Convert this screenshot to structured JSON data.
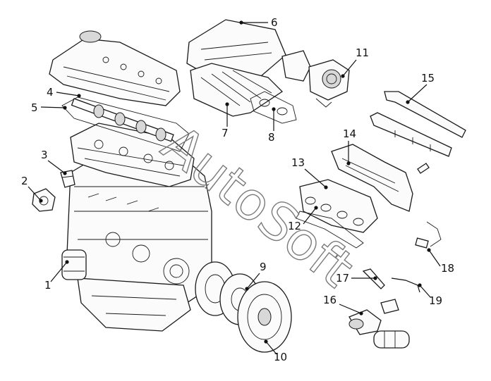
{
  "watermark": "AutoSoft",
  "callouts": [
    {
      "label": "1",
      "part": "oil-filter"
    },
    {
      "label": "2",
      "part": "thermostat-housing"
    },
    {
      "label": "3",
      "part": "oil-pressure-switch"
    },
    {
      "label": "4",
      "part": "camshaft"
    },
    {
      "label": "5",
      "part": "valve-cover-gasket"
    },
    {
      "label": "6",
      "part": "intake-manifold-plenum"
    },
    {
      "label": "7",
      "part": "intake-manifold-runners"
    },
    {
      "label": "8",
      "part": "intake-gasket"
    },
    {
      "label": "9",
      "part": "clutch-disc"
    },
    {
      "label": "10",
      "part": "clutch-pressure-plate"
    },
    {
      "label": "11",
      "part": "throttle-body"
    },
    {
      "label": "12",
      "part": "exhaust-manifold-gasket"
    },
    {
      "label": "13",
      "part": "exhaust-manifold"
    },
    {
      "label": "14",
      "part": "heat-shield"
    },
    {
      "label": "15",
      "part": "fuel-rail"
    },
    {
      "label": "16",
      "part": "coolant-outlet"
    },
    {
      "label": "17",
      "part": "pipe-bracket"
    },
    {
      "label": "18",
      "part": "oxygen-sensor"
    },
    {
      "label": "19",
      "part": "pipe"
    }
  ]
}
